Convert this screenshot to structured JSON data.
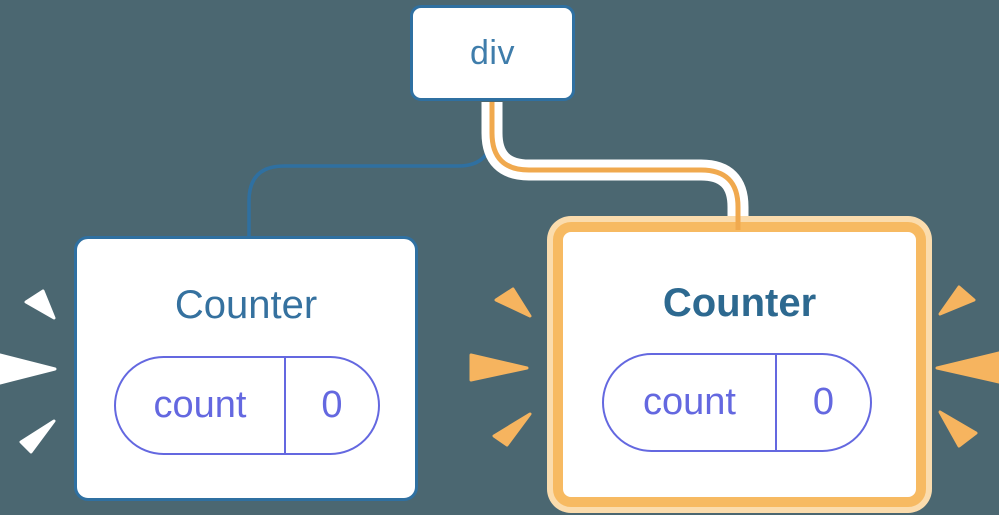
{
  "tree": {
    "root": {
      "label": "div"
    },
    "children": [
      {
        "title": "Counter",
        "state_key": "count",
        "state_value": "0",
        "highlighted": false,
        "emphasis": "white-burst"
      },
      {
        "title": "Counter",
        "state_key": "count",
        "state_value": "0",
        "highlighted": true,
        "emphasis": "orange-burst"
      }
    ]
  },
  "palette": {
    "background": "#4b6771",
    "node_border_blue": "#2f70a1",
    "root_label_blue": "#3f7dab",
    "counter_title_blue": "#35719f",
    "counter_title_blue_bold": "#2d6990",
    "state_purple": "#6468e0",
    "connector_blue": "#2f70a1",
    "connector_orange": "#f0a94e",
    "connector_casing_white": "#ffffff",
    "highlight_border_orange": "#f7ba62",
    "highlight_outline_pale_orange": "#fbdcad",
    "burst_orange": "#f6b45f",
    "burst_white": "#ffffff",
    "card_background": "#ffffff"
  }
}
